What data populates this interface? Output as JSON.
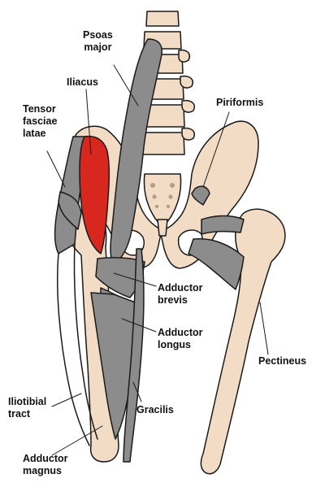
{
  "colors": {
    "bone": "#f2dcc6",
    "muscle": "#8c8c8c",
    "highlight": "#d8271f",
    "outline": "#1a1a1a",
    "background": "#ffffff"
  },
  "labels": {
    "psoas_major": [
      "Psoas",
      "major"
    ],
    "iliacus": [
      "Iliacus"
    ],
    "tensor_fasciae_latae": [
      "Tensor",
      "fasciae",
      "latae"
    ],
    "piriformis": [
      "Piriformis"
    ],
    "adductor_brevis": [
      "Adductor",
      "brevis"
    ],
    "adductor_longus": [
      "Adductor",
      "longus"
    ],
    "pectineus": [
      "Pectineus"
    ],
    "iliotibial_tract": [
      "Iliotibial",
      "tract"
    ],
    "gracilis": [
      "Gracilis"
    ],
    "adductor_magnus": [
      "Adductor",
      "magnus"
    ]
  },
  "highlighted_muscle": "Iliacus"
}
